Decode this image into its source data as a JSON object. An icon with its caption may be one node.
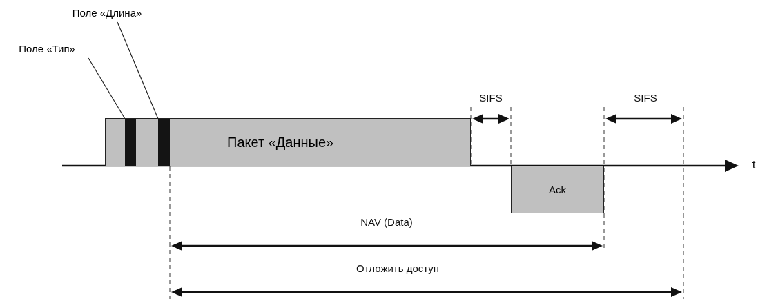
{
  "diagram": {
    "nodes": [
      {
        "text": [
          "Поле «Длина»"
        ]
      },
      {
        "text": [
          "Поле «Тип»"
        ]
      },
      {
        "text": [
          "Пакет «Данные»"
        ]
      },
      {
        "text": [],
        "shape": "bar",
        "in": 2
      },
      {
        "text": [],
        "shape": "bar",
        "in": 2
      },
      {
        "text": [
          "Ack"
        ]
      }
    ],
    "edges": [
      {
        "from": 1,
        "to": 3,
        "arrow": "none"
      },
      {
        "from": 0,
        "to": 4,
        "arrow": "none"
      }
    ],
    "labels": [
      "SIFS",
      "SIFS",
      "t",
      "NAV (Data)",
      "Отложить доступ"
    ]
  }
}
